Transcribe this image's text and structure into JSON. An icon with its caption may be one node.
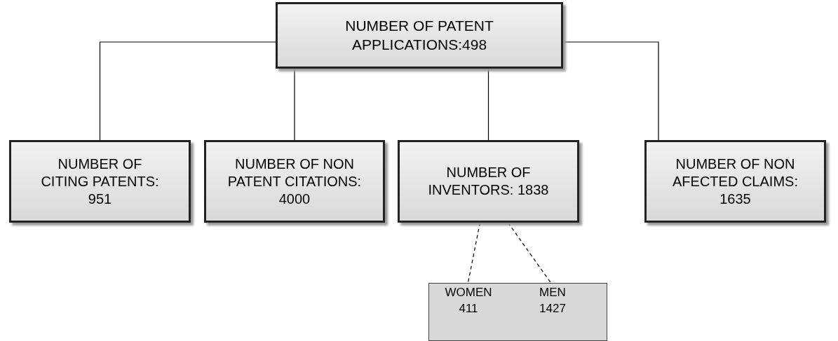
{
  "diagram": {
    "nodes": [
      {
        "text": [
          "NUMBER OF PATENT APPLICATIONS:498"
        ]
      },
      {
        "text": [
          "NUMBER OF CITING PATENTS: 951"
        ]
      },
      {
        "text": [
          "NUMBER OF NON PATENT CITATIONS: 4000"
        ]
      },
      {
        "text": [
          "NUMBER OF INVENTORS: 1838"
        ]
      },
      {
        "text": [
          "NUMBER OF NON AFECTED CLAIMS: 1635"
        ]
      },
      {
        "text": [],
        "shape": "box"
      },
      {
        "text": [
          "WOMEN 411"
        ],
        "in": 5
      },
      {
        "text": [
          "MEN 1427"
        ],
        "in": 5
      }
    ],
    "edges": [
      {
        "from": 0,
        "to": 1,
        "arrow": "none"
      },
      {
        "from": 0,
        "to": 2,
        "arrow": "none"
      },
      {
        "from": 0,
        "to": 3,
        "arrow": "none"
      },
      {
        "from": 0,
        "to": 4,
        "arrow": "none"
      },
      {
        "from": 3,
        "to": 6,
        "arrow": "none",
        "style": "dashed"
      },
      {
        "from": 3,
        "to": 7,
        "arrow": "none",
        "style": "dashed"
      }
    ]
  }
}
